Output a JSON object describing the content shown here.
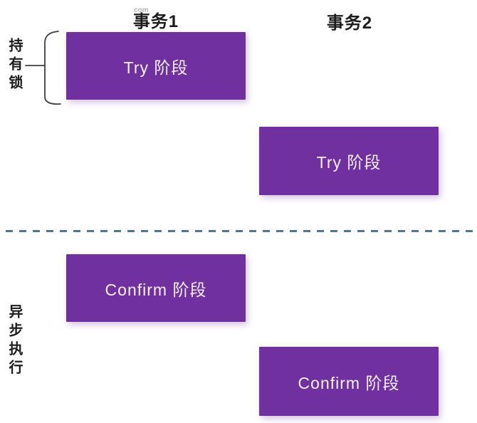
{
  "watermark": "com",
  "columns": [
    {
      "label": "事务1"
    },
    {
      "label": "事务2"
    }
  ],
  "side_labels": {
    "lock": "持有锁",
    "async": "异步执行"
  },
  "boxes": [
    {
      "label": "Try 阶段"
    },
    {
      "label": "Try 阶段"
    },
    {
      "label": "Confirm 阶段"
    },
    {
      "label": "Confirm 阶段"
    }
  ],
  "colors": {
    "box_fill": "#7030A0",
    "box_text": "#F7F2FA",
    "divider": "#4E7891",
    "label_text": "#1C1C1C",
    "brace": "#3F3F3F"
  }
}
